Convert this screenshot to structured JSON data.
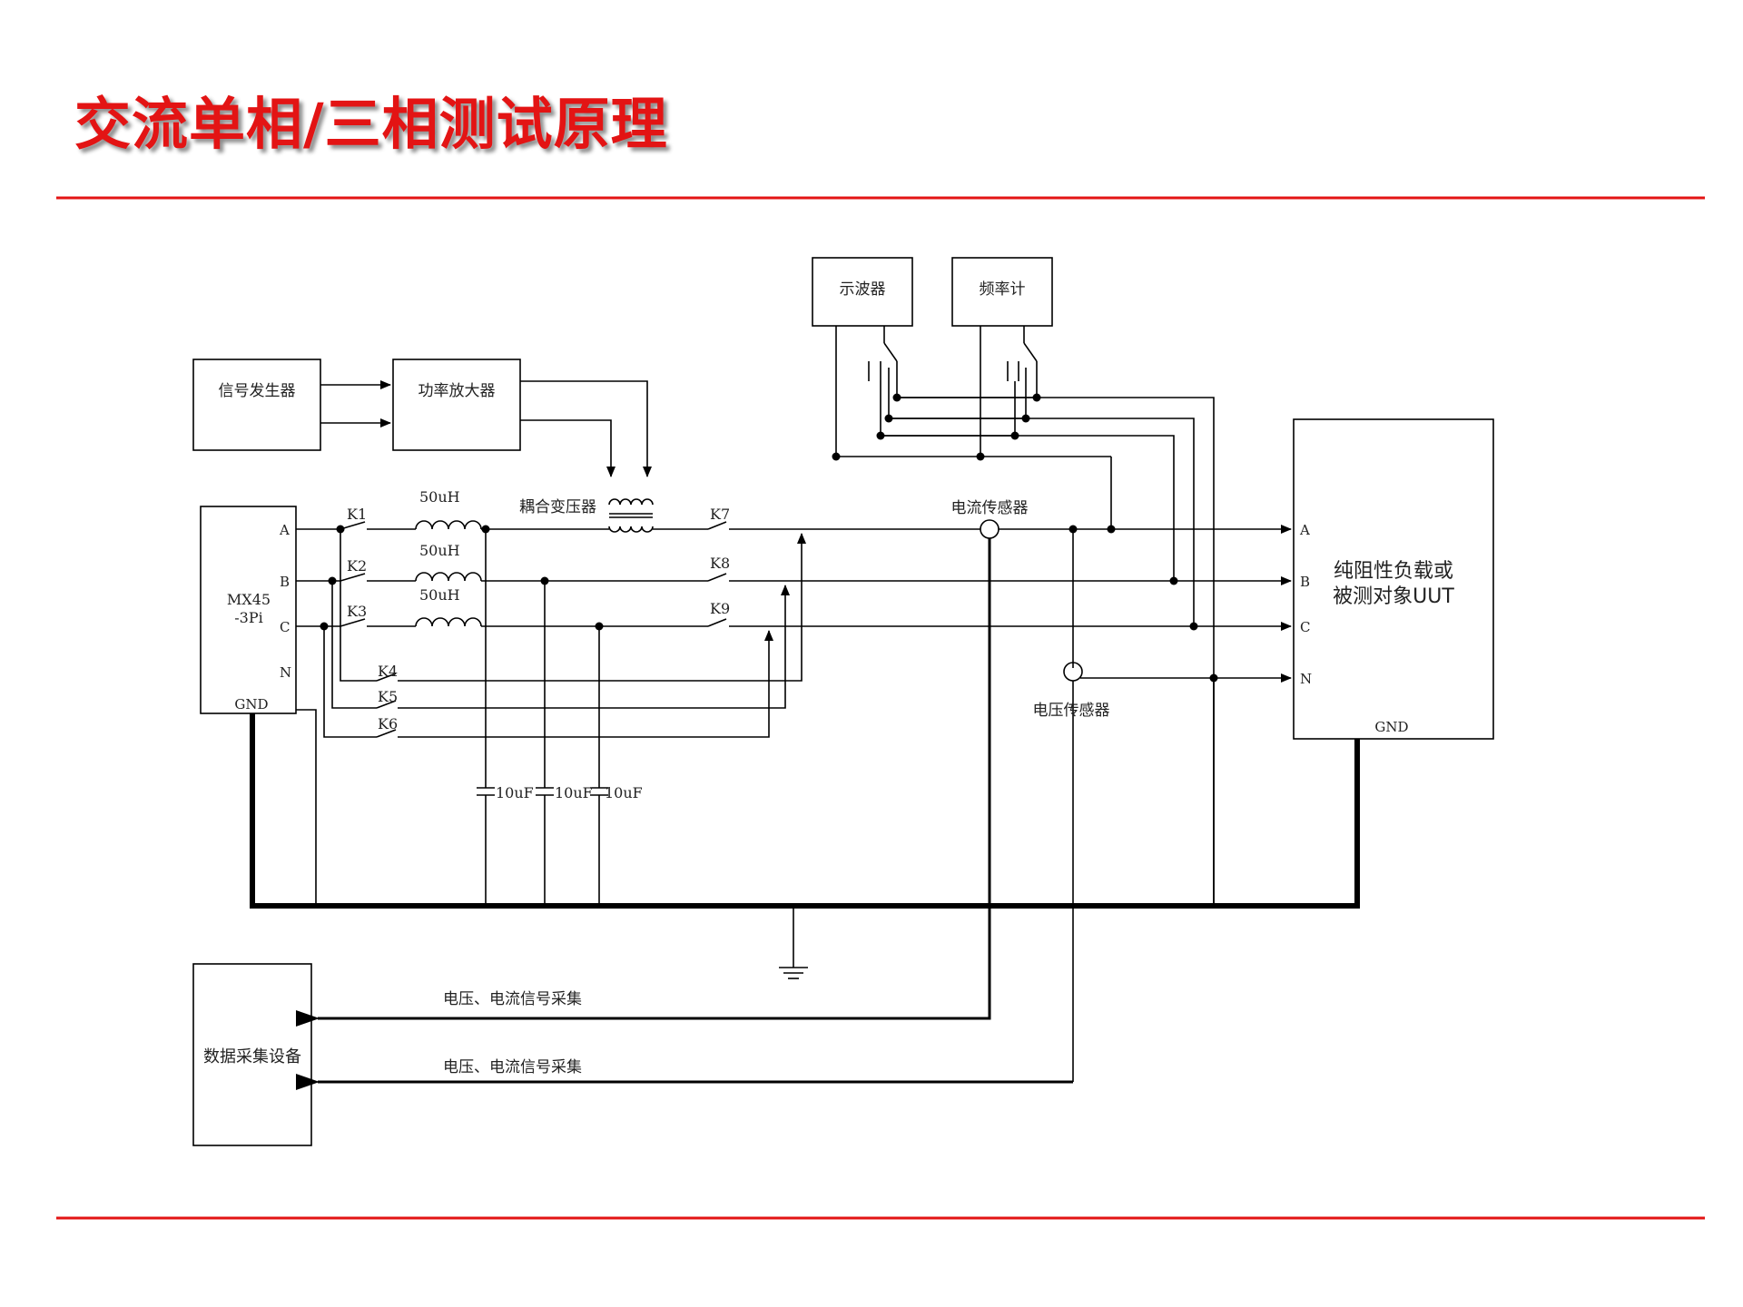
{
  "title": "交流单相/三相测试原理",
  "colors": {
    "accent": "#e31414",
    "line": "#000000"
  },
  "blocks": {
    "signal_generator": "信号发生器",
    "power_amplifier": "功率放大器",
    "oscilloscope": "示波器",
    "frequency_meter": "频率计",
    "coupling_transformer": "耦合变压器",
    "current_sensor": "电流传感器",
    "voltage_sensor": "电压传感器",
    "data_acquisition": "数据采集设备",
    "load_line1": "纯阻性负载或",
    "load_line2": "被测对象UUT",
    "source_line1": "MX45",
    "source_line2": "-3Pi"
  },
  "terminals": {
    "source": [
      "A",
      "B",
      "C",
      "N"
    ],
    "source_gnd": "GND",
    "load": [
      "A",
      "B",
      "C",
      "N"
    ],
    "load_gnd": "GND"
  },
  "switches": [
    "K1",
    "K2",
    "K3",
    "K4",
    "K5",
    "K6",
    "K7",
    "K8",
    "K9"
  ],
  "inductor_value": "50uH",
  "capacitor_value": "10uF",
  "signals": {
    "acq1": "电压、电流信号采集",
    "acq2": "电压、电流信号采集"
  }
}
